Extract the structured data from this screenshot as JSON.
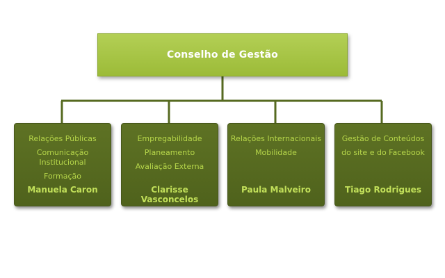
{
  "root": {
    "title": "Conselho de Gestão"
  },
  "departments": [
    {
      "lines": [
        "Relações Públicas",
        "Comunicação",
        "Institucional",
        "Formação"
      ],
      "person": "Manuela Caron"
    },
    {
      "lines": [
        "Empregabilidade",
        "Planeamento",
        "Avaliação Externa"
      ],
      "person": "Clarisse Vasconcelos"
    },
    {
      "lines": [
        "Relações Internacionais",
        "Mobilidade"
      ],
      "person": "Paula Malveiro"
    },
    {
      "lines": [
        "Gestão de Conteúdos",
        "do site e do Facebook"
      ],
      "person": "Tiago Rodrigues"
    }
  ],
  "colors": {
    "root_fill": "#a4c23f",
    "node_fill": "#566a20",
    "node_text": "#b6d64a",
    "connector": "#566a20"
  }
}
